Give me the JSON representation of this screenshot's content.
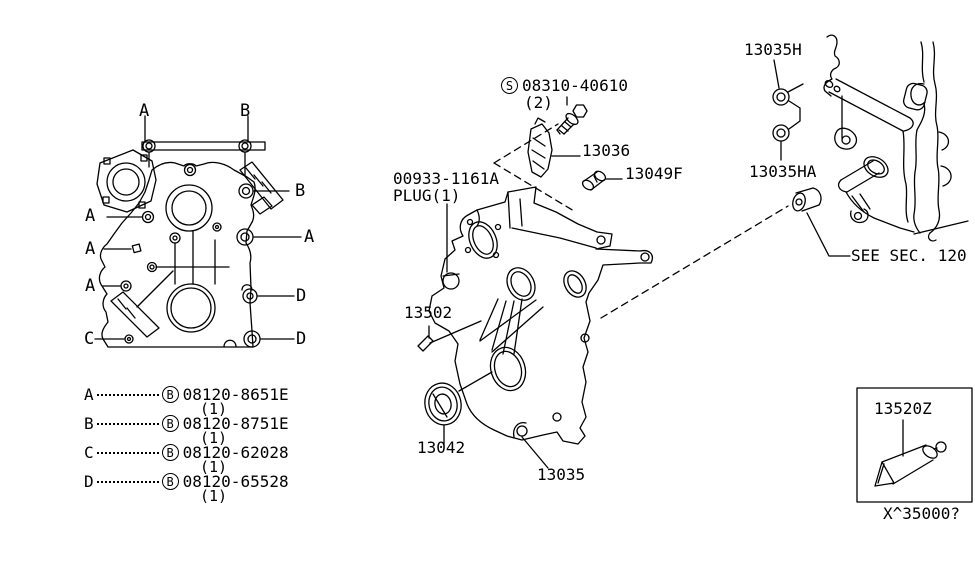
{
  "figure_code": "X^35000?",
  "labels": {
    "screw_symbol": "S",
    "screw_number": "08310-40610",
    "screw_qty": "(2)",
    "l13036": "13036",
    "l13049F": "13049F",
    "plug_number": "00933-1161A",
    "plug_name": "PLUG(1)",
    "l13035H": "13035H",
    "l13035HA": "13035HA",
    "see_section": "SEE SEC. 120",
    "l13502": "13502",
    "l13042": "13042",
    "l13035": "13035",
    "l13520Z": "13520Z"
  },
  "callouts": [
    {
      "label": "A"
    },
    {
      "label": "B"
    },
    {
      "label": "B"
    },
    {
      "label": "A"
    },
    {
      "label": "A"
    },
    {
      "label": "A"
    },
    {
      "label": "A"
    },
    {
      "label": "C"
    },
    {
      "label": "D"
    },
    {
      "label": "D"
    }
  ],
  "legend": {
    "rows": [
      {
        "letter": "A",
        "symbol": "B",
        "number": "08120-8651E",
        "qty": "(1)"
      },
      {
        "letter": "B",
        "symbol": "B",
        "number": "08120-8751E",
        "qty": "(1)"
      },
      {
        "letter": "C",
        "symbol": "B",
        "number": "08120-62028",
        "qty": "(1)"
      },
      {
        "letter": "D",
        "symbol": "B",
        "number": "08120-65528",
        "qty": "(1)"
      }
    ]
  },
  "colors": {
    "line": "#000000",
    "background": "#ffffff"
  }
}
